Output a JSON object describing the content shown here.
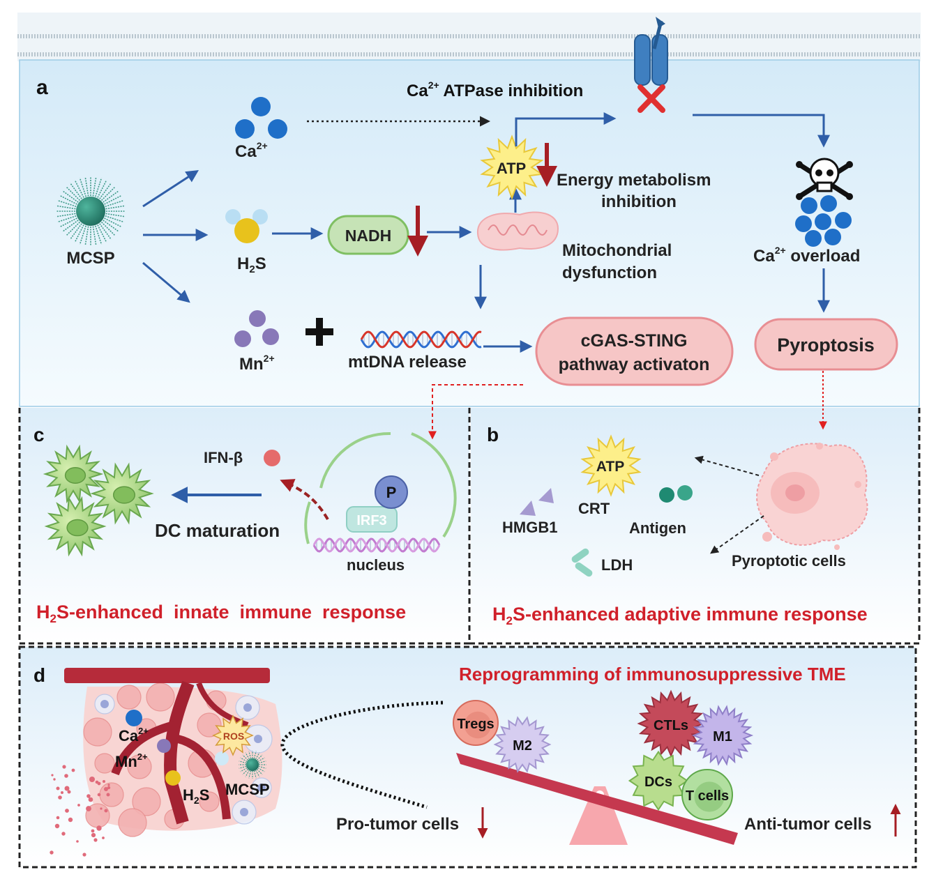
{
  "panel_a": {
    "letter": "a",
    "mcsp": "MCSP",
    "ca": "Ca",
    "ca_sup": "2+",
    "h2s": {
      "h": "H",
      "sub": "2",
      "s": "S"
    },
    "mn": "Mn",
    "mn_sup": "2+",
    "nadh": "NADH",
    "atp": "ATP",
    "ca_atpase_pre": "Ca",
    "ca_atpase_sup": "2+",
    "ca_atpase_post": " ATPase inhibition",
    "energy_line1": "Energy metabolism",
    "energy_line2": "inhibition",
    "mito_line1": "Mitochondrial",
    "mito_line2": "dysfunction",
    "overload_pre": "Ca",
    "overload_sup": "2+",
    "overload_post": " overload",
    "mtdna": "mtDNA release",
    "cgas_line1": "cGAS-STING",
    "cgas_line2": "pathway activaton",
    "pyroptosis": "Pyroptosis"
  },
  "panel_c": {
    "letter": "c",
    "ifn": "IFN-β",
    "dc_maturation": "DC maturation",
    "p": "P",
    "irf3": "IRF3",
    "nucleus": "nucleus",
    "title_h": "H",
    "title_sub": "2",
    "title_rest": "S-enhanced  innate  immune  response"
  },
  "panel_b": {
    "letter": "b",
    "atp": "ATP",
    "crt": "CRT",
    "hmgb1": "HMGB1",
    "antigen": "Antigen",
    "ldh": "LDH",
    "pyroptotic": "Pyroptotic cells",
    "title_h": "H",
    "title_sub": "2",
    "title_rest": "S-enhanced adaptive immune response"
  },
  "panel_d": {
    "letter": "d",
    "title": "Reprogramming of immunosuppressive TME",
    "ca": "Ca",
    "ca_sup": "2+",
    "mn": "Mn",
    "mn_sup": "2+",
    "h": "H",
    "sub": "2",
    "s": "S",
    "mcsp": "MCSP",
    "ros": "ROS",
    "tregs": "Tregs",
    "m2": "M2",
    "ctls": "CTLs",
    "m1": "M1",
    "dcs": "DCs",
    "tcells": "T cells",
    "pro": "Pro-tumor cells",
    "anti": "Anti-tumor cells"
  },
  "colors": {
    "blue_arrow": "#2f5ea8",
    "dark_red": "#a61e24",
    "title_red": "#d0202a",
    "ca_blue": "#1f6fc8",
    "mn_purple": "#8878b8",
    "panel_bg": "#e6f3fb"
  }
}
